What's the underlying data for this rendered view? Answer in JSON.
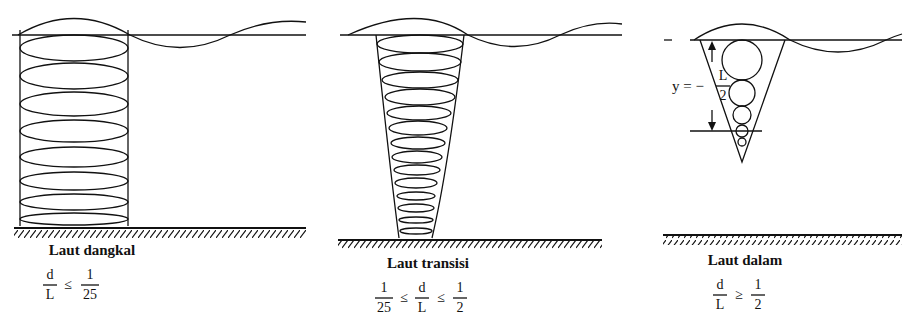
{
  "diagram": {
    "labels": [
      "y = −",
      "L",
      "2",
      "Laut dangkal",
      "d",
      "L",
      "≤",
      "1",
      "25",
      "Laut transisi",
      "1",
      "25",
      "≤",
      "d",
      "L",
      "≤",
      "1",
      "2",
      "Laut dalam",
      "d",
      "L",
      "≥",
      "1",
      "2"
    ]
  }
}
